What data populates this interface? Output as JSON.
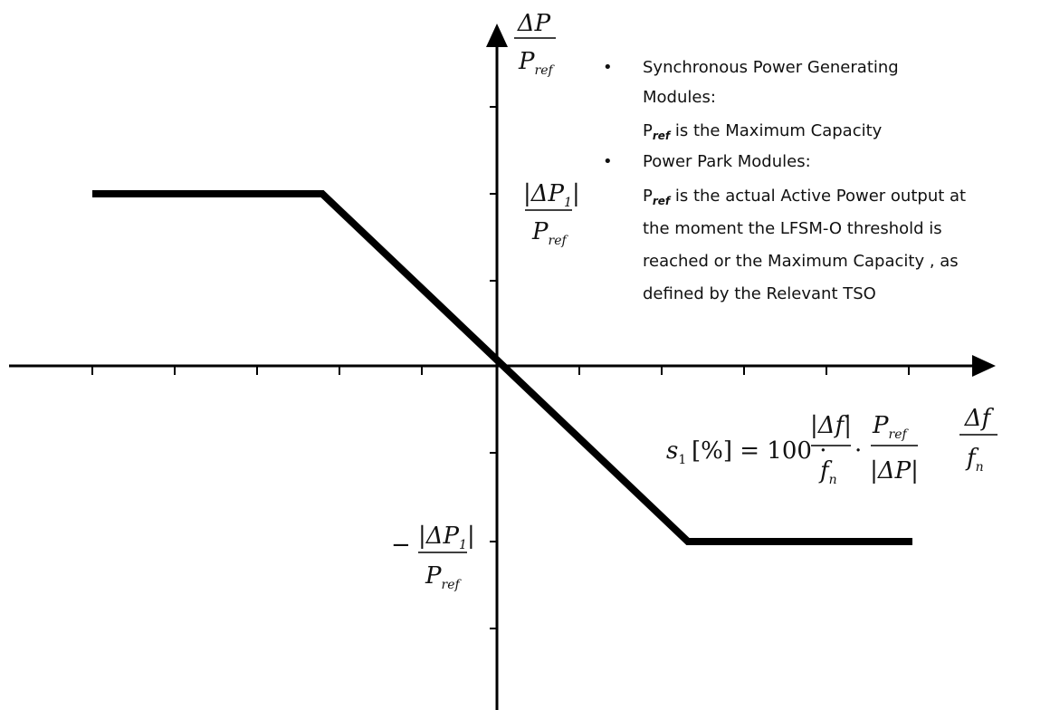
{
  "y_axis_label": {
    "numerator": "ΔP",
    "denominator_base": "P",
    "denominator_sub": "ref"
  },
  "x_axis_label": {
    "numerator": "Δf",
    "denominator_base": "f",
    "denominator_sub": "n"
  },
  "pos_level_label": {
    "prefix": "",
    "numerator": "|ΔP",
    "numerator_sub": "1",
    "numerator_close": "|",
    "denominator_base": "P",
    "denominator_sub": "ref"
  },
  "neg_level_label": {
    "prefix": "−",
    "numerator": "|ΔP",
    "numerator_sub": "1",
    "numerator_close": "|",
    "denominator_base": "P",
    "denominator_sub": "ref"
  },
  "droop_formula": {
    "lhs": "s",
    "lhs_sub": "1",
    "lhs_unit": "[%] = 100 ·",
    "frac1_num": "|Δf|",
    "frac1_den": "f",
    "frac1_den_sub": "n",
    "dot": "·",
    "frac2_num": "P",
    "frac2_num_sub": "ref",
    "frac2_den": "|ΔP|"
  },
  "notes": [
    {
      "bullet": "•",
      "lines": [
        "Synchronous Power Generating",
        "Modules:"
      ]
    },
    {
      "bullet": "",
      "lines": []
    }
  ],
  "note_texts": {
    "bullet1_line1": "Synchronous Power Generating",
    "bullet1_line2": "Modules:",
    "pref1_base": "P",
    "pref1_sub": "ref",
    "pref1_rest": " is the Maximum Capacity",
    "bullet2_line1": "Power Park Modules:",
    "pref2_base": "P",
    "pref2_sub": "ref",
    "pref2_rest": "  is the actual Active Power output at",
    "bullet2_line3": "the moment  the LFSM-O threshold is",
    "bullet2_line4": "reached or the Maximum Capacity , as",
    "bullet2_line5": "defined by the Relevant TSO",
    "bullet_char": "•"
  },
  "curve": {
    "description_points": [
      [
        -5,
        2
      ],
      [
        -2.2,
        2
      ],
      [
        2.2,
        -2
      ],
      [
        5,
        -2
      ]
    ]
  },
  "colors": {
    "axis": "#000000",
    "curve": "#000000",
    "text": "#111111"
  }
}
